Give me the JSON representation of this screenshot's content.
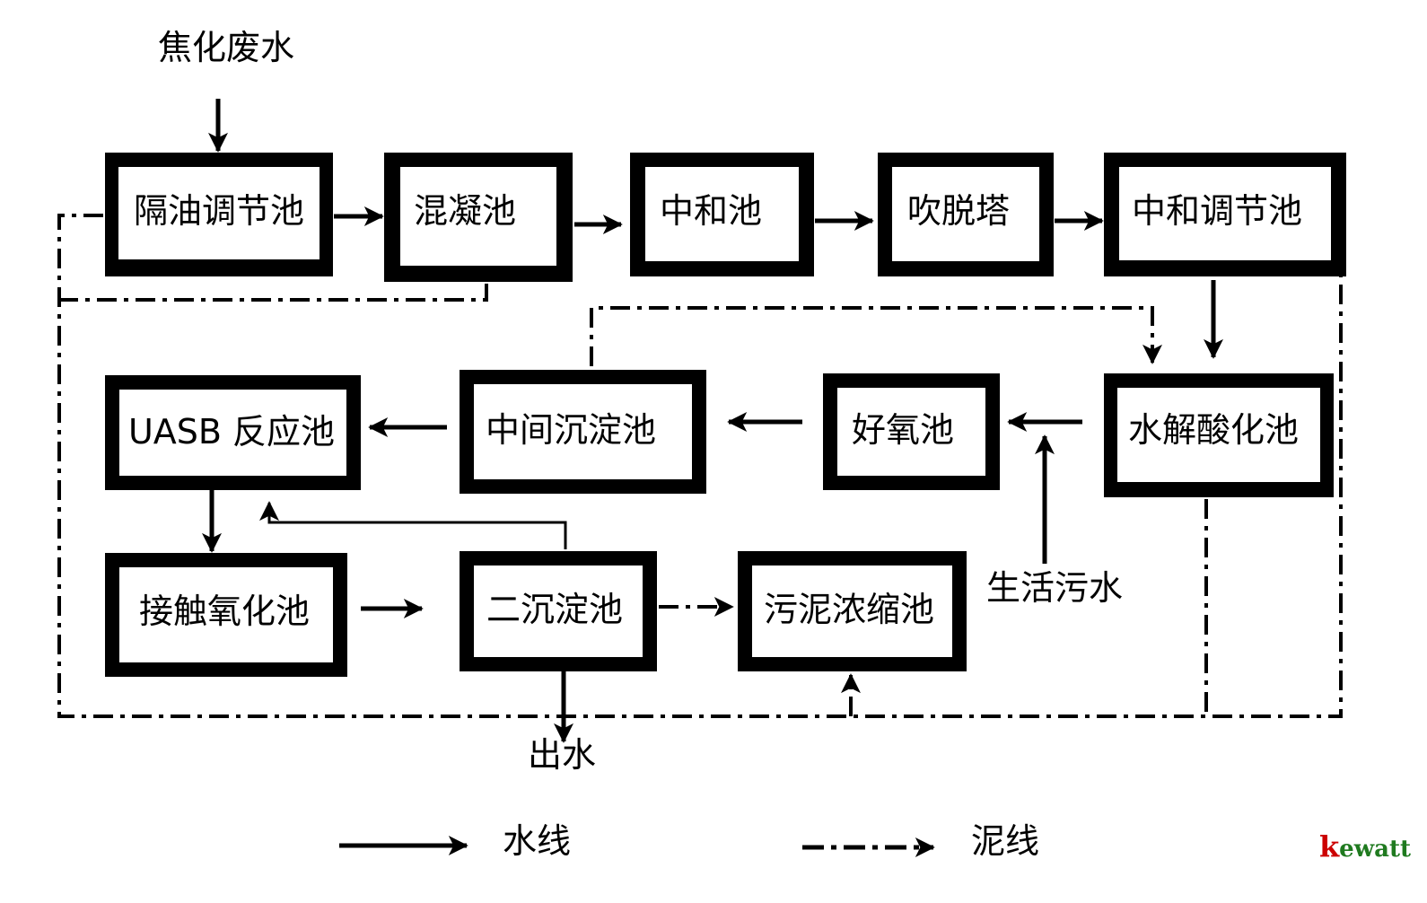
{
  "diagram": {
    "input_label": "焦化废水",
    "process_units": [
      {
        "id": "oil-separation-tank",
        "label": "隔油调节池"
      },
      {
        "id": "coagulation-tank",
        "label": "混凝池"
      },
      {
        "id": "neutralization-tank",
        "label": "中和池"
      },
      {
        "id": "stripping-tower",
        "label": "吹脱塔"
      },
      {
        "id": "neutralization-regulating-tank",
        "label": "中和调节池"
      },
      {
        "id": "hydrolysis-acidification-tank",
        "label": "水解酸化池"
      },
      {
        "id": "aerobic-tank",
        "label": "好氧池"
      },
      {
        "id": "intermediate-sedimentation-tank",
        "label": "中间沉淀池"
      },
      {
        "id": "uasb-reactor",
        "label": "UASB 反应池"
      },
      {
        "id": "contact-oxidation-tank",
        "label": "接触氧化池"
      },
      {
        "id": "secondary-sedimentation-tank",
        "label": "二沉淀池"
      },
      {
        "id": "sludge-thickening-tank",
        "label": "污泥浓缩池"
      }
    ],
    "domestic_sewage_label": "生活污水",
    "effluent_label": "出水",
    "legend": {
      "water_line_label": "水线",
      "sludge_line_label": "泥线"
    },
    "watermark": {
      "first_letter": "k",
      "rest": "ewatt",
      "first_letter_color": "#cc0000",
      "rest_color": "#1f7a1f"
    },
    "colors": {
      "line": "#000000",
      "background": "#ffffff"
    }
  }
}
